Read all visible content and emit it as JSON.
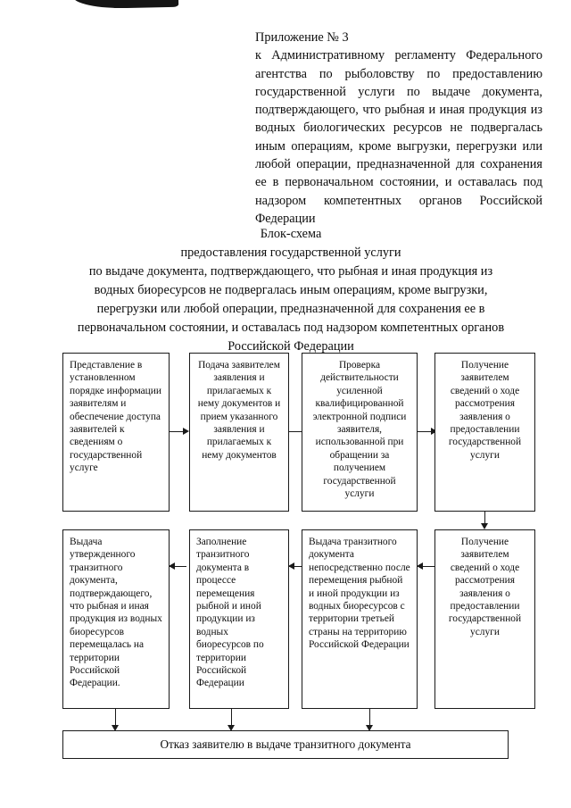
{
  "document": {
    "appendix": {
      "line1": "Приложение № 3",
      "body": "к Административному регламенту Федерального агентства по рыболовству по предоставлению государственной услуги по выдаче документа, подтверждающего, что рыбная и иная продукция из водных биологических ресурсов не подвергалась иным операциям, кроме выгрузки, перегрузки или любой операции, предназначенной для сохранения ее в первоначальном состоянии, и оставалась под надзором компетентных органов Российской Федерации"
    },
    "title": {
      "line1": "Блок-схема",
      "line2": "предоставления государственной услуги",
      "line3": "по выдаче документа, подтверждающего, что рыбная и иная продукция из",
      "line4": "водных биоресурсов не подвергалась иным операциям, кроме выгрузки,",
      "line5": "перегрузки или любой операции, предназначенной для сохранения ее в",
      "line6": "первоначальном состоянии, и оставалась под надзором компетентных органов",
      "line7": "Российской Федерации"
    }
  },
  "flowchart": {
    "row1": [
      {
        "id": "node-1",
        "text": "Представление в установленном порядке информации заявителям и обеспечение доступа заявителей к сведениям о государственной услуге"
      },
      {
        "id": "node-2",
        "text": "Подача заявителем заявления и прилагаемых к нему документов и прием указанного заявления и прилагаемых к нему документов"
      },
      {
        "id": "node-3",
        "text": "Проверка действительности усиленной квалифицированной электронной подписи заявителя, использованной при обращении за получением государственной услуги"
      },
      {
        "id": "node-4",
        "text": "Получение заявителем сведений о ходе рассмотрения заявления о предоставлении государственной услуги"
      }
    ],
    "row2": [
      {
        "id": "node-5",
        "text": "Выдача утвержденного транзитного документа, подтверждающего, что рыбная и иная продукция из водных биоресурсов перемещалась на территории Российской Федерации."
      },
      {
        "id": "node-6",
        "text": "Заполнение транзитного документа в процессе перемещения рыбной и иной продукции из водных биоресурсов по территории Российской Федерации"
      },
      {
        "id": "node-7",
        "text": "Выдача транзитного документа непосредственно после перемещения рыбной и иной продукции из водных биоресурсов с территории третьей страны на территорию Российской Федерации"
      },
      {
        "id": "node-8",
        "text": "Получение заявителем сведений о ходе рассмотрения заявления о предоставлении государственной услуги"
      }
    ],
    "footer": {
      "id": "node-9",
      "text": "Отказ заявителю в выдаче транзитного документа"
    }
  }
}
